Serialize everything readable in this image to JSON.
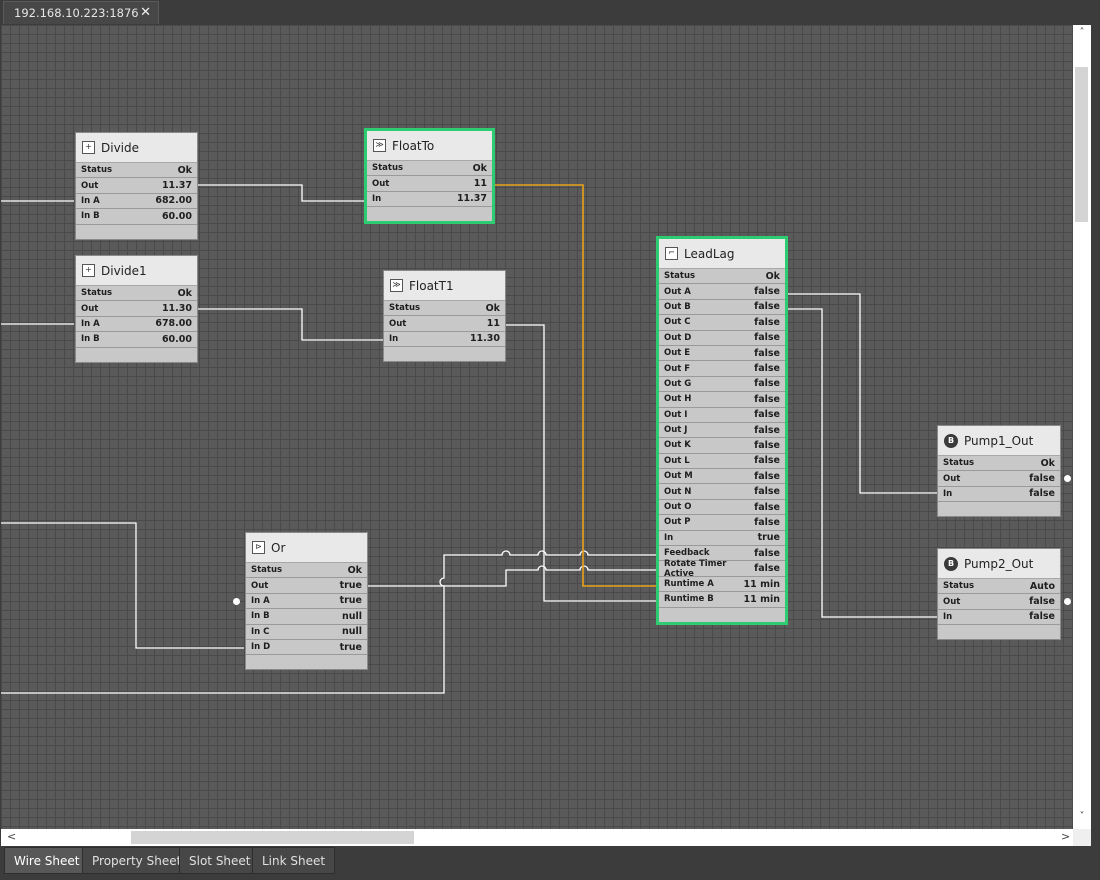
{
  "tab": {
    "title": "192.168.10.223:1876",
    "close": "✕"
  },
  "blocks": {
    "divide": {
      "title": "Divide",
      "icon": "+",
      "rows": [
        [
          "Status",
          "Ok"
        ],
        [
          "Out",
          "11.37"
        ],
        [
          "In A",
          "682.00"
        ],
        [
          "In B",
          "60.00"
        ]
      ]
    },
    "divide1": {
      "title": "Divide1",
      "icon": "+",
      "rows": [
        [
          "Status",
          "Ok"
        ],
        [
          "Out",
          "11.30"
        ],
        [
          "In A",
          "678.00"
        ],
        [
          "In B",
          "60.00"
        ]
      ]
    },
    "floatto": {
      "title": "FloatTo",
      "icon": "≫",
      "rows": [
        [
          "Status",
          "Ok"
        ],
        [
          "Out",
          "11"
        ],
        [
          "In",
          "11.37"
        ]
      ]
    },
    "floatt1": {
      "title": "FloatT1",
      "icon": "≫",
      "rows": [
        [
          "Status",
          "Ok"
        ],
        [
          "Out",
          "11"
        ],
        [
          "In",
          "11.30"
        ]
      ]
    },
    "or": {
      "title": "Or",
      "icon": "⊳",
      "rows": [
        [
          "Status",
          "Ok"
        ],
        [
          "Out",
          "true"
        ],
        [
          "In A",
          "true"
        ],
        [
          "In B",
          "null"
        ],
        [
          "In C",
          "null"
        ],
        [
          "In D",
          "true"
        ]
      ]
    },
    "leadlag": {
      "title": "LeadLag",
      "icon": "⌐",
      "rows": [
        [
          "Status",
          "Ok"
        ],
        [
          "Out A",
          "false"
        ],
        [
          "Out B",
          "false"
        ],
        [
          "Out C",
          "false"
        ],
        [
          "Out D",
          "false"
        ],
        [
          "Out E",
          "false"
        ],
        [
          "Out F",
          "false"
        ],
        [
          "Out G",
          "false"
        ],
        [
          "Out H",
          "false"
        ],
        [
          "Out I",
          "false"
        ],
        [
          "Out J",
          "false"
        ],
        [
          "Out K",
          "false"
        ],
        [
          "Out L",
          "false"
        ],
        [
          "Out M",
          "false"
        ],
        [
          "Out N",
          "false"
        ],
        [
          "Out O",
          "false"
        ],
        [
          "Out P",
          "false"
        ],
        [
          "In",
          "true"
        ],
        [
          "Feedback",
          "false"
        ],
        [
          "Rotate Timer Active",
          "false"
        ],
        [
          "Runtime A",
          "11 min"
        ],
        [
          "Runtime B",
          "11 min"
        ]
      ]
    },
    "pump1": {
      "title": "Pump1_Out",
      "icon": "B",
      "rows": [
        [
          "Status",
          "Ok"
        ],
        [
          "Out",
          "false"
        ],
        [
          "In",
          "false"
        ]
      ]
    },
    "pump2": {
      "title": "Pump2_Out",
      "icon": "B",
      "rows": [
        [
          "Status",
          "Auto"
        ],
        [
          "Out",
          "false"
        ],
        [
          "In",
          "false"
        ]
      ]
    }
  },
  "scroll": {
    "up": "˄",
    "down": "˅",
    "left": "<",
    "right": ">"
  },
  "bottom_tabs": [
    "Wire Sheet",
    "Property Sheet",
    "Slot Sheet",
    "Link Sheet"
  ],
  "colors": {
    "selected_border": "#2ecc71",
    "wire": "#ffffff",
    "highlight_wire": "#e8a21a"
  }
}
